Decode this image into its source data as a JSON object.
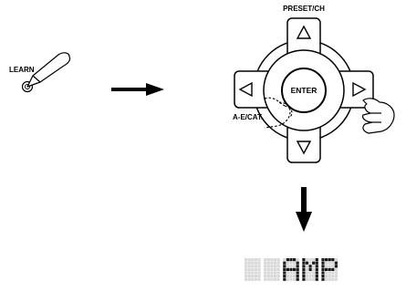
{
  "labels": {
    "learn": "LEARN",
    "preset_ch": "PRESET/CH",
    "enter": "ENTER",
    "a_e_cat": "A-E/CAT."
  },
  "display": {
    "text": "  AMP",
    "description_chars": [
      "blank",
      "blank",
      "A",
      "M",
      "P"
    ]
  },
  "colors": {
    "ink": "#000000",
    "paper": "#ffffff",
    "segment_off": "#d9d9d9",
    "segment_on": "#1a1a1a"
  }
}
